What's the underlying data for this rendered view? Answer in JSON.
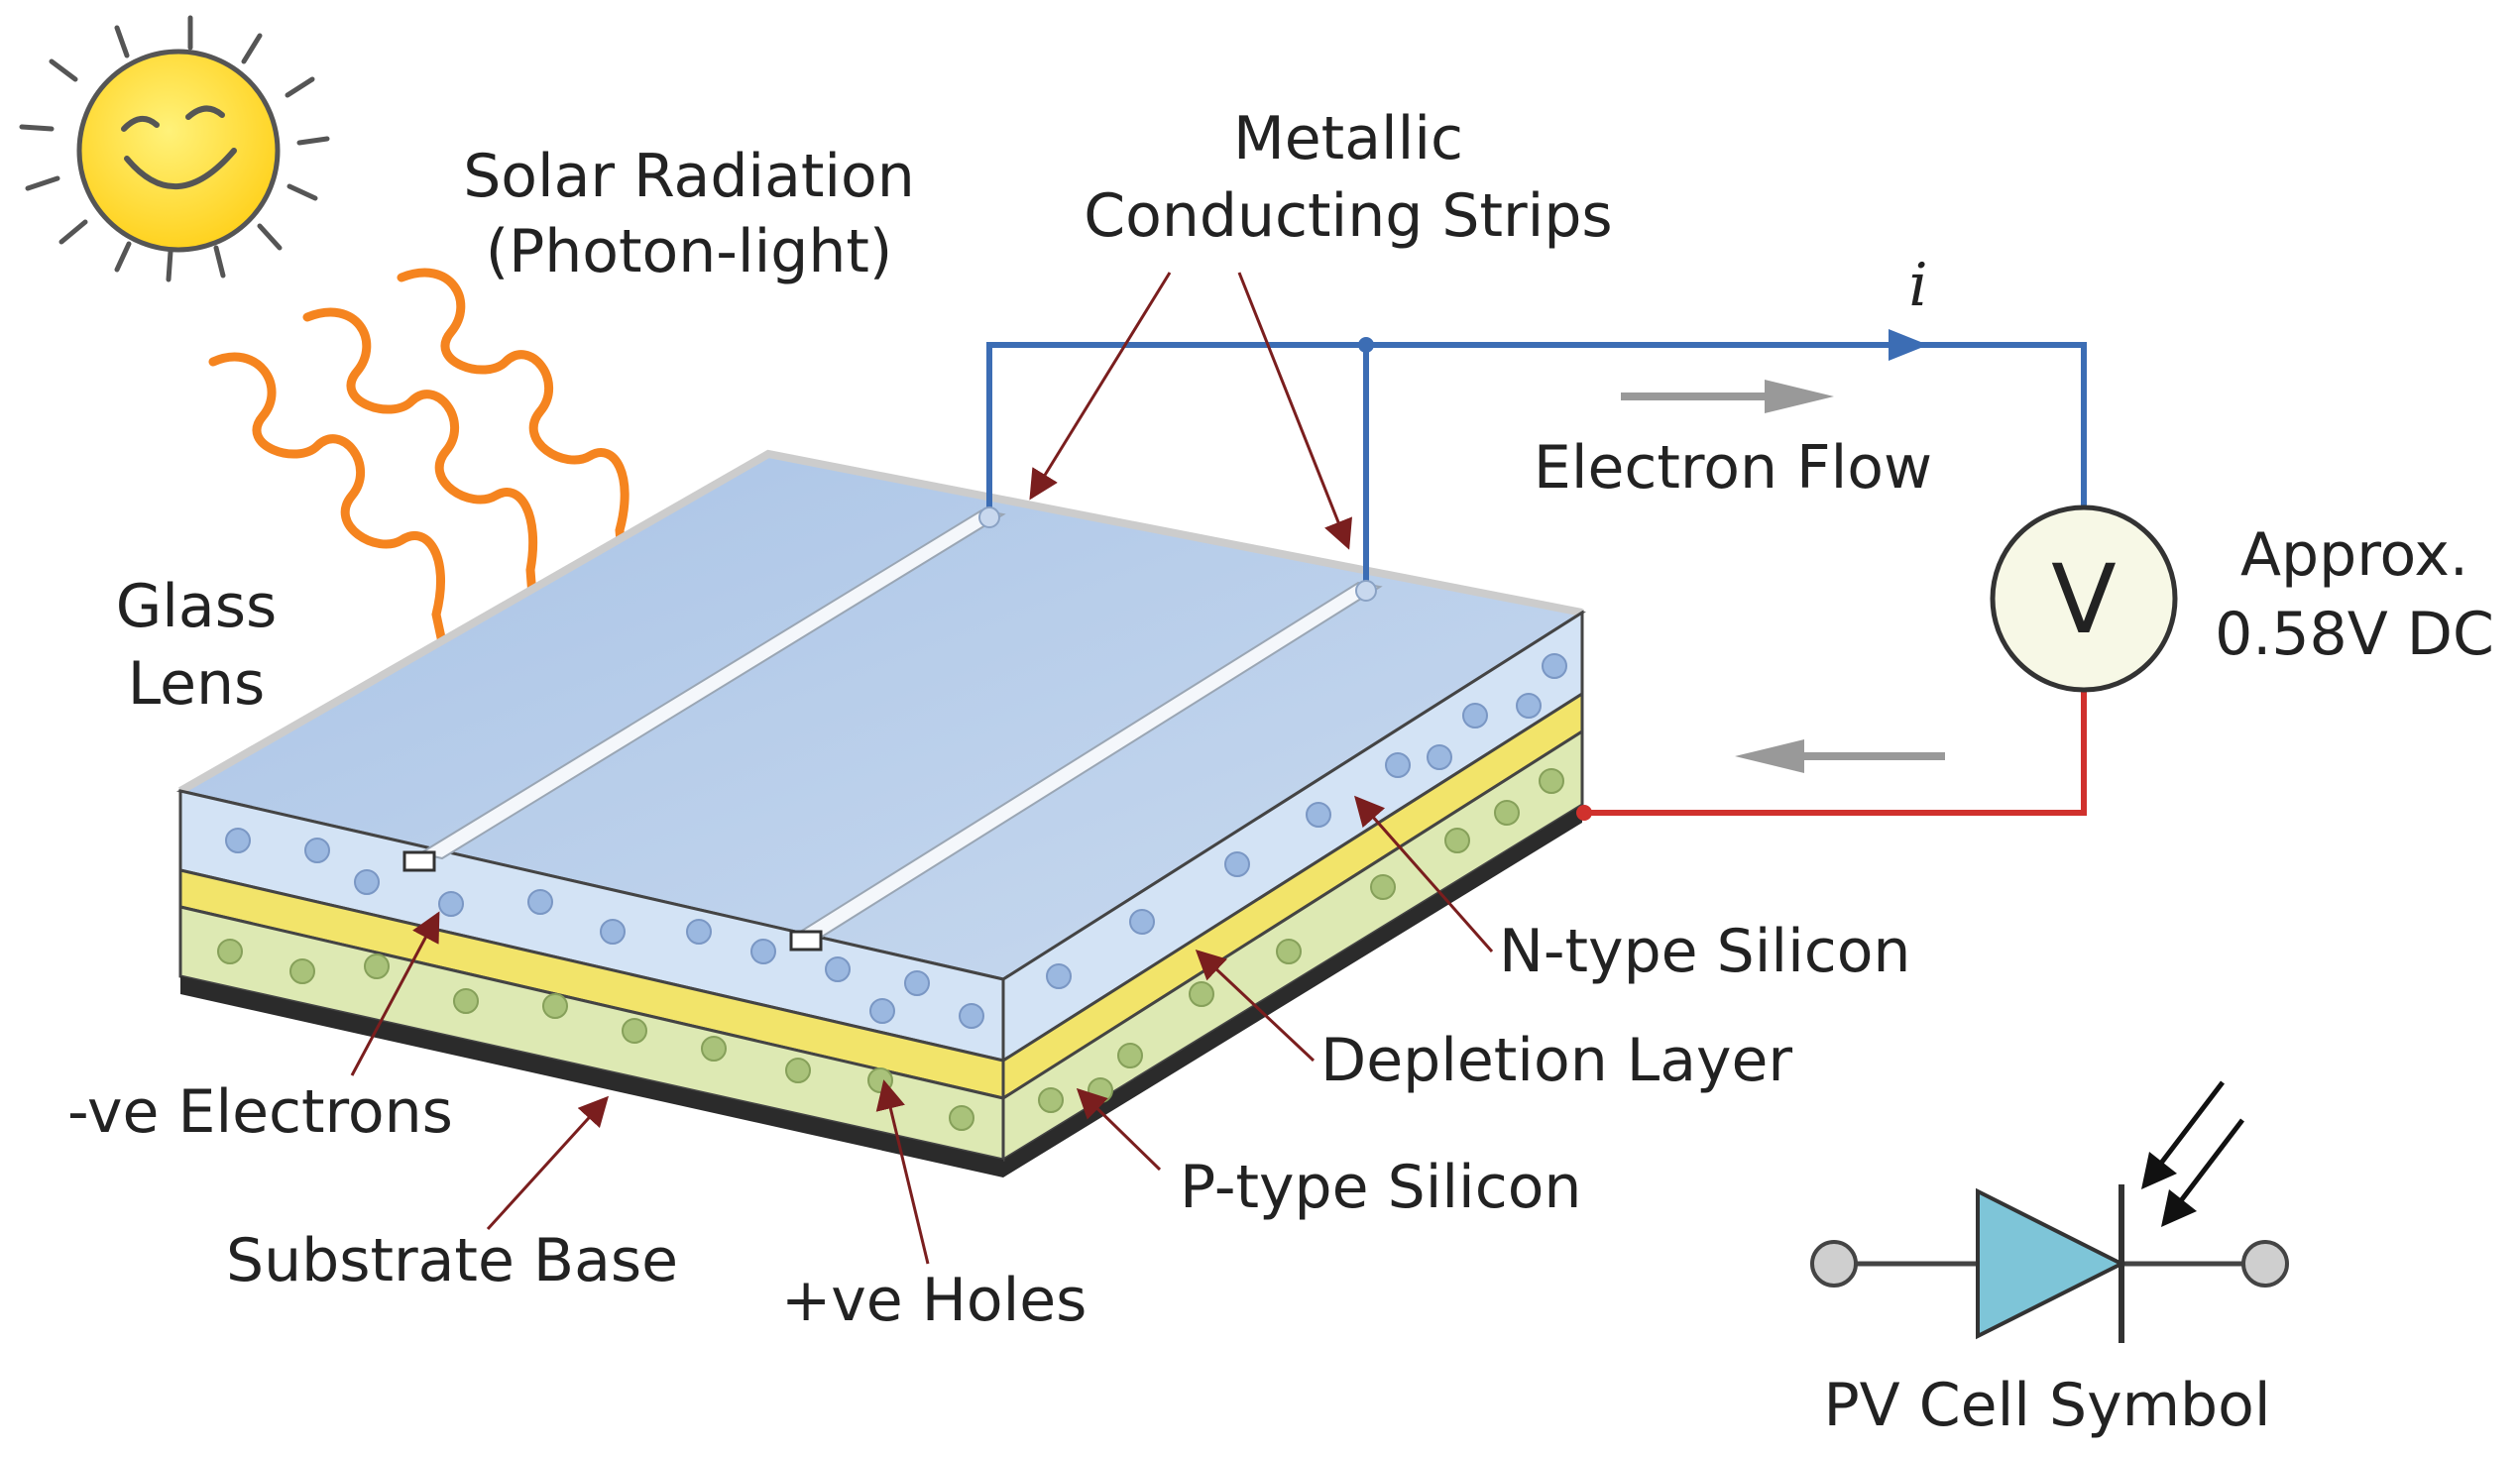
{
  "labels": {
    "solar_radiation_line1": "Solar Radiation",
    "solar_radiation_line2": "(Photon-light)",
    "metallic_line1": "Metallic",
    "metallic_line2": "Conducting Strips",
    "current": "i",
    "electron_flow": "Electron Flow",
    "voltmeter": "V",
    "approx_line1": "Approx.",
    "approx_line2": "0.58V DC",
    "glass_line1": "Glass",
    "glass_line2": "Lens",
    "n_type": "N-type Silicon",
    "depletion": "Depletion Layer",
    "p_type": "P-type Silicon",
    "electrons": "-ve Electrons",
    "substrate": "Substrate Base",
    "holes": "+ve Holes",
    "pv_symbol": "PV Cell Symbol"
  },
  "colors": {
    "sun_fill": "#ffe23c",
    "ray_orange": "#f5841f",
    "glass_top": "#b0c8e6",
    "n_layer": "#d3e3f5",
    "depletion": "#f2e46a",
    "p_layer": "#dde9b3",
    "substrate": "#2b2b2b",
    "wire_blue": "#3c6db4",
    "wire_red": "#d0312d",
    "diode_fill": "#7ec5d8",
    "leader": "#7a1e1e"
  }
}
